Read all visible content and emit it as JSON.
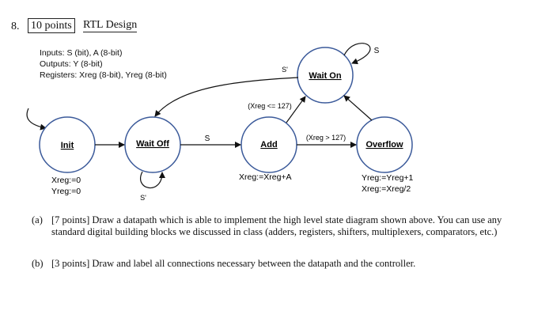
{
  "question": {
    "number": "8.",
    "points": "10 points",
    "title": "RTL Design"
  },
  "info": {
    "inputs": "Inputs: S (bit), A (8-bit)",
    "outputs": "Outputs: Y (8-bit)",
    "registers": "Registers: Xreg (8-bit), Yreg (8-bit)"
  },
  "states": {
    "init": "Init",
    "wait_off": "Wait Off",
    "add": "Add",
    "overflow": "Overflow",
    "wait_on": "Wait On"
  },
  "transitions": {
    "wait_off_to_add": "S",
    "wait_off_self": "S'",
    "add_to_wait_on": "(Xreg <= 127)",
    "add_to_overflow": "(Xreg > 127)",
    "wait_on_to_wait_off": "S'",
    "wait_on_self": "S"
  },
  "actions": {
    "init_line1": "Xreg:=0",
    "init_line2": "Yreg:=0",
    "add_line1": "Xreg:=Xreg+A",
    "overflow_line1": "Yreg:=Yreg+1",
    "overflow_line2": "Xreg:=Xreg/2"
  },
  "parts": {
    "a_tag": "(a)",
    "a_text": "[7 points]  Draw a datapath which is able to implement the high level state diagram shown above. You can use any standard digital building blocks we discussed in class (adders, registers, shifters, multiplexers, comparators, etc.)",
    "b_tag": "(b)",
    "b_text": "[3 points]  Draw and label all connections necessary between the datapath and the controller."
  }
}
